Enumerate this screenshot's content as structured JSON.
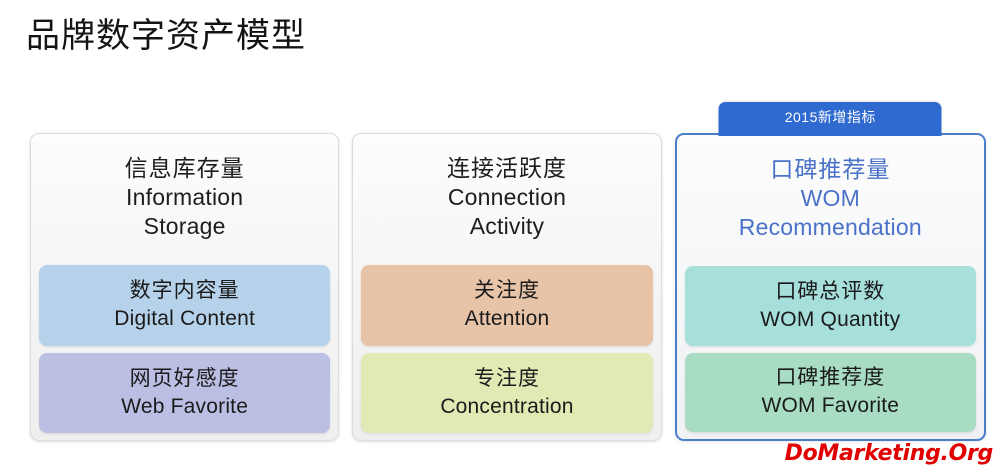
{
  "page": {
    "title": "品牌数字资产模型",
    "watermark": "DoMarketing.Org"
  },
  "colors": {
    "banner_blue": "#2f6ad0",
    "highlight_border": "#4a7ecb",
    "highlight_text": "#4a72c8",
    "watermark_red": "#e00000",
    "box_digital_content": "#b6d2ea",
    "box_web_favorite": "#bcbfe4",
    "box_attention": "#e7c3a8",
    "box_concentration": "#dfeab4",
    "box_wom_quantity": "#a7e0db",
    "box_wom_favorite": "#a8dcc3"
  },
  "columns": [
    {
      "id": "information-storage",
      "highlighted": false,
      "banner": null,
      "header": {
        "cn": "信息库存量",
        "en_line1": "Information",
        "en_line2": "Storage"
      },
      "metrics": [
        {
          "id": "digital-content",
          "cn": "数字内容量",
          "en": "Digital Content",
          "color": "#b6d2ea"
        },
        {
          "id": "web-favorite",
          "cn": "网页好感度",
          "en": "Web Favorite",
          "color": "#bcbfe4"
        }
      ]
    },
    {
      "id": "connection-activity",
      "highlighted": false,
      "banner": null,
      "header": {
        "cn": "连接活跃度",
        "en_line1": "Connection",
        "en_line2": "Activity"
      },
      "metrics": [
        {
          "id": "attention",
          "cn": "关注度",
          "en": "Attention",
          "color": "#e7c3a8"
        },
        {
          "id": "concentration",
          "cn": "专注度",
          "en": "Concentration",
          "color": "#dfeab4"
        }
      ]
    },
    {
      "id": "wom-recommendation",
      "highlighted": true,
      "banner": "2015新增指标",
      "header": {
        "cn": "口碑推荐量",
        "en_line1": "WOM",
        "en_line2": "Recommendation"
      },
      "metrics": [
        {
          "id": "wom-quantity",
          "cn": "口碑总评数",
          "en": "WOM Quantity",
          "color": "#a7e0db"
        },
        {
          "id": "wom-favorite",
          "cn": "口碑推荐度",
          "en": "WOM Favorite",
          "color": "#a8dcc3"
        }
      ]
    }
  ]
}
